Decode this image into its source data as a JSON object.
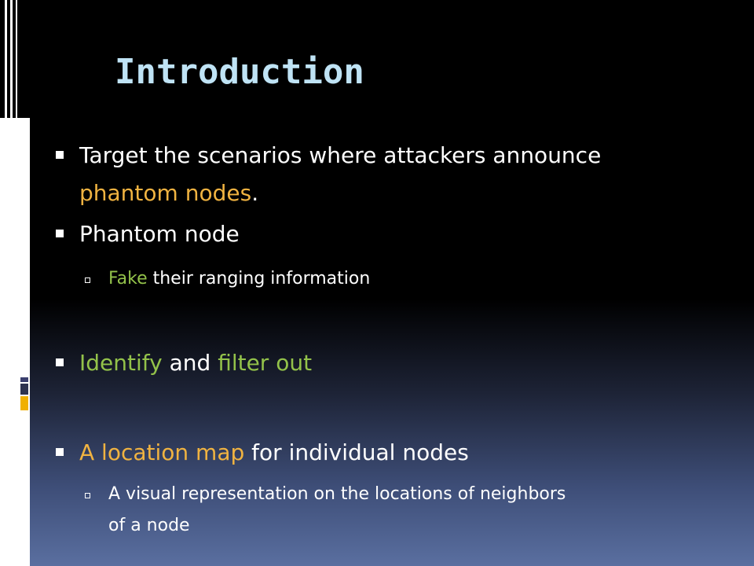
{
  "slide": {
    "title": "Introduction",
    "bullets": {
      "b1_line1": "Target the scenarios where attackers announce",
      "b1_line2_highlight": "phantom nodes",
      "b1_line2_rest": ".",
      "b2": "Phantom node",
      "b2_sub_highlight": "Fake",
      "b2_sub_rest": " their ranging information",
      "b3_highlight1": "Identify",
      "b3_mid": " and ",
      "b3_highlight2": "filter out",
      "b4_highlight": "A location map",
      "b4_rest": " for individual nodes",
      "b4_sub_line1": "A visual representation on the locations of neighbors",
      "b4_sub_line2": "of a node"
    }
  },
  "colors": {
    "title": "#bfe3f5",
    "orange_highlight": "#f0b341",
    "green_highlight": "#93c24a",
    "text": "#ffffff"
  }
}
